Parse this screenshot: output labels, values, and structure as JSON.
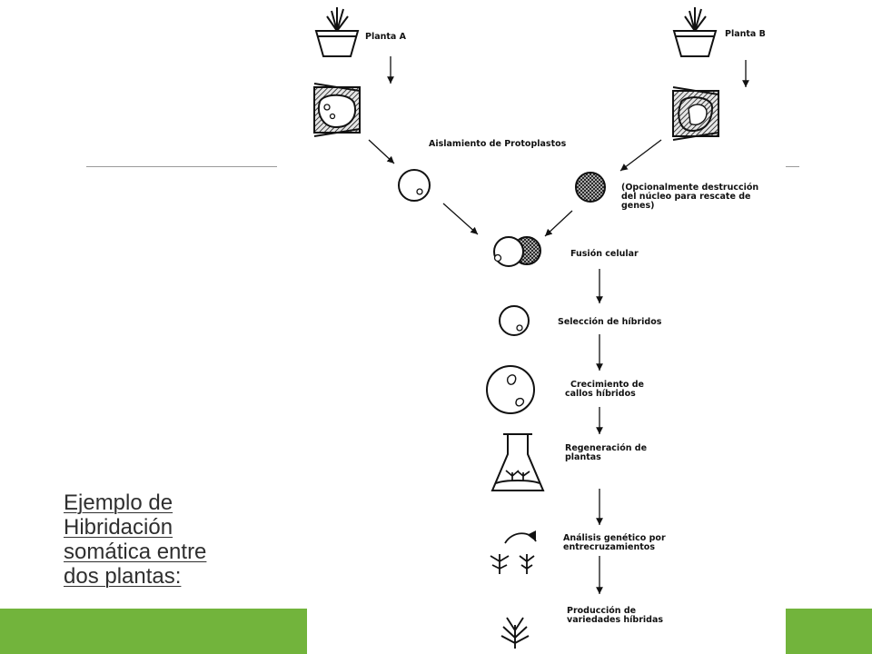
{
  "slide": {
    "caption_lines": [
      "Ejemplo de",
      "Hibridación",
      "somática entre",
      "dos plantas:"
    ]
  },
  "diagram": {
    "plant_a_label": "Planta A",
    "plant_b_label": "Planta B",
    "protoplast_isolation_label": "Aislamiento de Protoplastos",
    "nucleus_note_lines": [
      "(Opcionalmente destrucción",
      "del núcleo para rescate de",
      "genes)"
    ],
    "steps": [
      {
        "lines": [
          "Fusión celular"
        ]
      },
      {
        "lines": [
          "Selección de híbridos"
        ]
      },
      {
        "lines": [
          "Crecimiento de",
          "callos híbridos"
        ]
      },
      {
        "lines": [
          "Regeneración de",
          "plantas"
        ]
      },
      {
        "lines": [
          "Análisis genético por",
          "entrecruzamientos"
        ]
      },
      {
        "lines": [
          "Producción de",
          "variedades híbridas"
        ]
      }
    ]
  },
  "colors": {
    "accent_green": "#72b43c",
    "rule_gray": "#9a9a9a",
    "caption_text": "#2f2f2f",
    "ink": "#111111"
  }
}
